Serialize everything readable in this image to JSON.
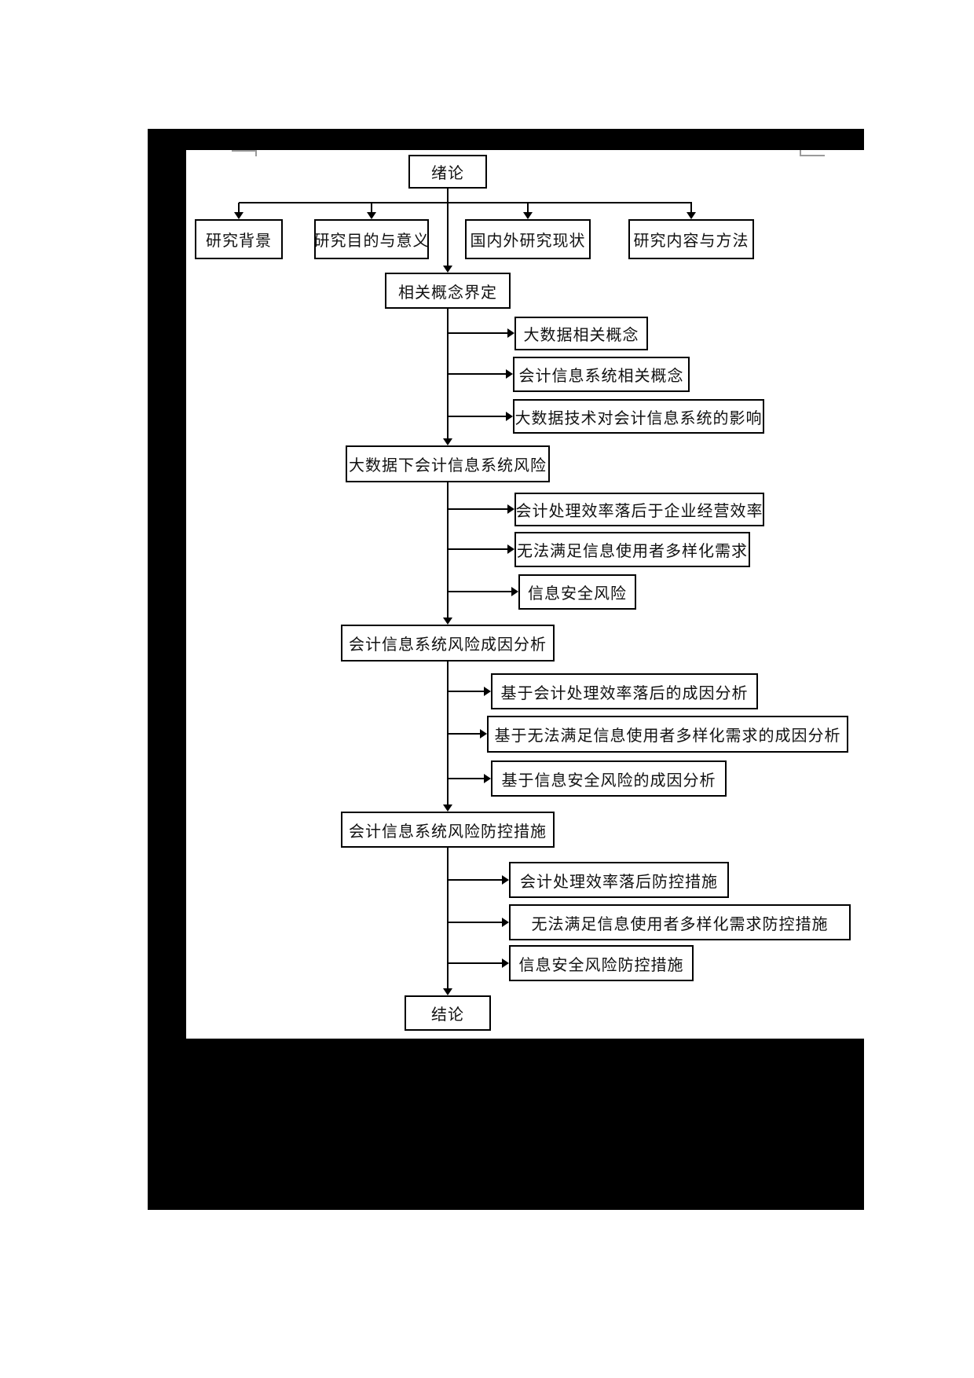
{
  "colors": {
    "line": "#000000",
    "page_background": "#ffffff",
    "frame_background": "#000000",
    "margin_mark_gray": "#9a9a9a"
  },
  "nodes": {
    "intro": {
      "label": "绪论"
    },
    "research_background": {
      "label": "研究背景"
    },
    "research_purpose": {
      "label": "研究目的与意义"
    },
    "research_status": {
      "label": "国内外研究现状"
    },
    "research_methods": {
      "label": "研究内容与方法"
    },
    "concept_definition": {
      "label": "相关概念界定"
    },
    "bigdata_concept": {
      "label": "大数据相关概念"
    },
    "ais_concept": {
      "label": "会计信息系统相关概念"
    },
    "bigdata_impact": {
      "label": "大数据技术对会计信息系统的影响"
    },
    "ais_risk": {
      "label": "大数据下会计信息系统风险"
    },
    "risk_efficiency": {
      "label": "会计处理效率落后于企业经营效率"
    },
    "risk_demand": {
      "label": "无法满足信息使用者多样化需求"
    },
    "risk_security": {
      "label": "信息安全风险"
    },
    "cause_analysis": {
      "label": "会计信息系统风险成因分析"
    },
    "cause_efficiency": {
      "label": "基于会计处理效率落后的成因分析"
    },
    "cause_demand": {
      "label": "基于无法满足信息使用者多样化需求的成因分析"
    },
    "cause_security": {
      "label": "基于信息安全风险的成因分析"
    },
    "prevention": {
      "label": "会计信息系统风险防控措施"
    },
    "prevention_efficiency": {
      "label": "会计处理效率落后防控措施"
    },
    "prevention_demand": {
      "label": "无法满足信息使用者多样化需求防控措施"
    },
    "prevention_security": {
      "label": "信息安全风险防控措施"
    },
    "conclusion": {
      "label": "结论"
    }
  }
}
